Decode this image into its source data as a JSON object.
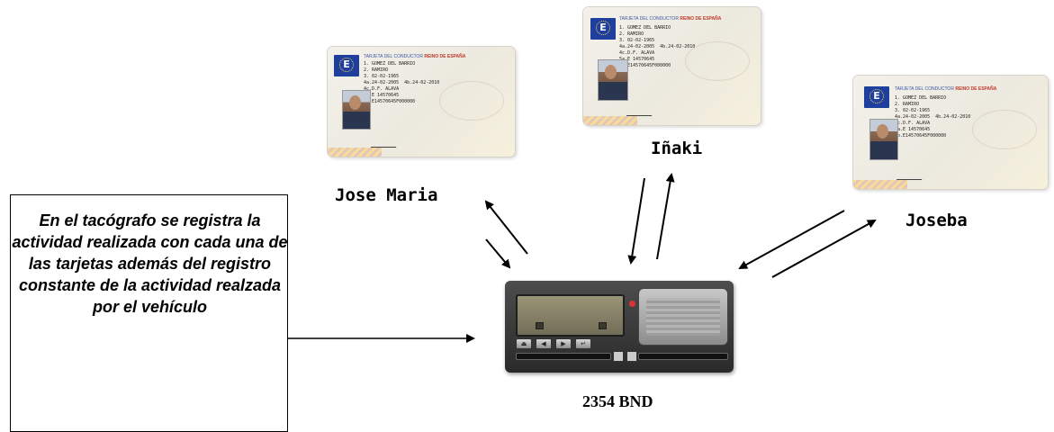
{
  "drivers": [
    {
      "name": "Jose Maria"
    },
    {
      "name": "Iñaki"
    },
    {
      "name": "Joseba"
    }
  ],
  "card": {
    "eu_letter": "E",
    "header": "TARJETA DEL CONDUCTOR",
    "country": "REINO DE ESPAÑA",
    "lines": [
      "1. GOMEZ DEL BARRIO",
      "2. RAMIRO",
      "3. 02-02-1965",
      "4a.24-02-2005  4b.24-02-2010",
      "4c.D.F. ALAVA",
      "5a.E 14570645",
      "5b.E14570645F000000"
    ]
  },
  "note": {
    "text": "En el tacógrafo se registra la actividad realizada con cada una de las tarjetas además del registro constante de la actividad realzada por el vehículo"
  },
  "vehicle": {
    "plate": "2354 BND"
  }
}
